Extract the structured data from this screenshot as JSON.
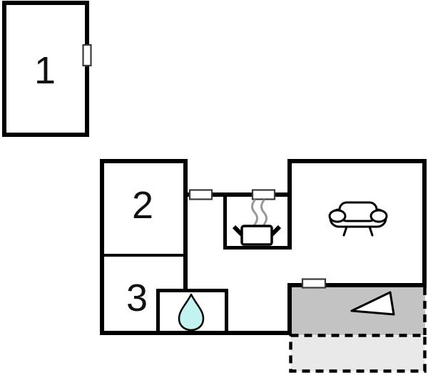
{
  "plan": {
    "type": "floor-plan",
    "rooms": {
      "room1": {
        "label": "1"
      },
      "room2": {
        "label": "2"
      },
      "room3": {
        "label": "3"
      }
    },
    "colors": {
      "wall": "#000000",
      "floor": "#ffffff",
      "terrace_fill": "#c3c3c3",
      "patio_fill": "#e9e9e9",
      "water_drop_fill": "#c2f3f0",
      "steam_stroke": "#999999",
      "window_fill": "#ffffff",
      "label_color": "#111111",
      "triangle_fill": "#ffffff"
    },
    "icons": {
      "sofa": "sofa-icon",
      "stove": "stove-icon",
      "water_drop": "water-drop-icon",
      "direction_triangle": "direction-triangle-icon",
      "window": "window-marker-icon"
    }
  }
}
